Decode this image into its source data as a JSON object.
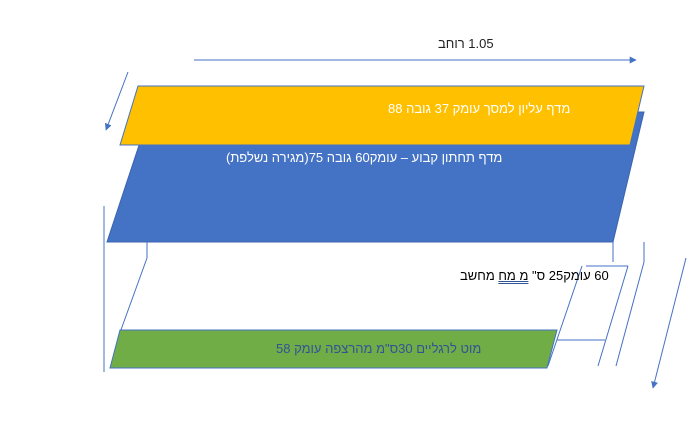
{
  "labels": {
    "width": "1.05 רוחב",
    "top_shelf": "מדף עליון למסך עומק 37 גובה  88",
    "bottom_shelf": "מדף תחתון  קבוע – עומק60 גובה 75(מגירה נשלפת)",
    "computer_part1": "60 עומק",
    "computer_part2": "25 ס\" ",
    "computer_part3": "מ מח",
    "computer_part4": " מחשב",
    "footrest": "מוט לרגליים    30ס\"מ מהרצפה עומק 58"
  },
  "colors": {
    "top_shelf": "#ffc000",
    "bottom_shelf": "#4472c4",
    "footrest": "#70ad47",
    "line": "#4472c4",
    "footrest_text": "#2f5597"
  }
}
